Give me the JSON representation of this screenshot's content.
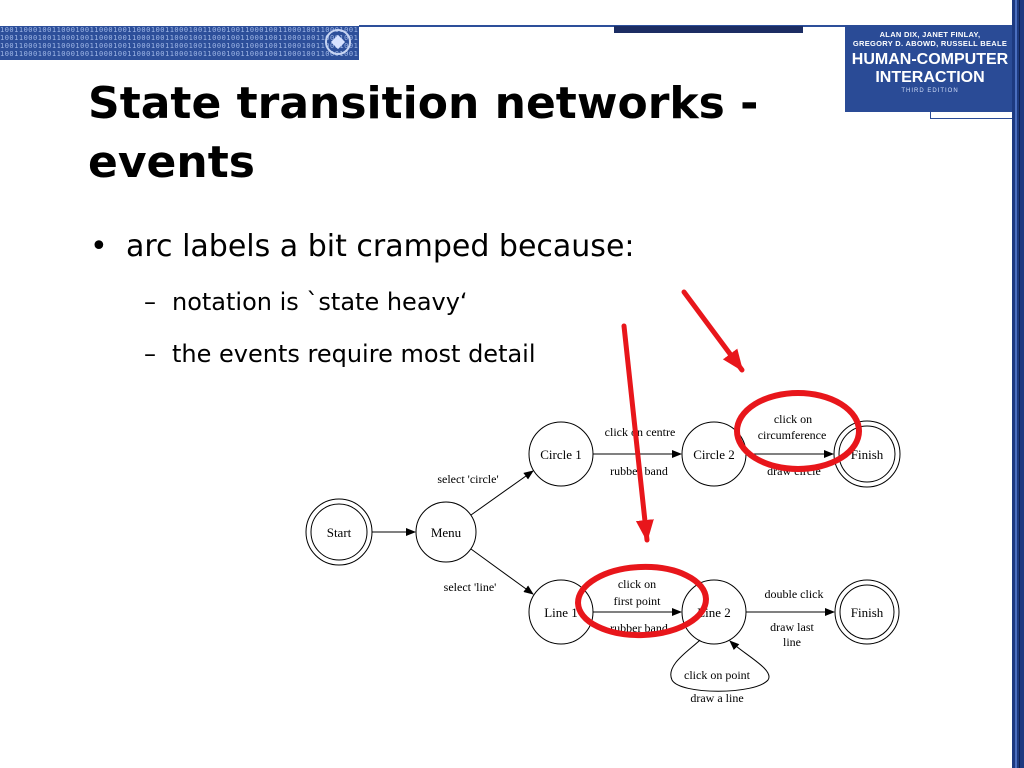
{
  "header": {
    "banner_pattern": "10011000100110001001100010011000100110001001100010011000100110001001100010011000"
  },
  "book": {
    "authors_line1": "ALAN DIX, JANET FINLAY,",
    "authors_line2": "GREGORY D. ABOWD, RUSSELL BEALE",
    "title_line1": "HUMAN-COMPUTER",
    "title_line2": "INTERACTION",
    "edition": "THIRD EDITION"
  },
  "slide": {
    "title_line1": "State transition networks -",
    "title_line2": "events",
    "bullet": "arc labels a bit cramped because:",
    "subpoints": [
      "notation is `state heavy‘",
      "the events require most detail"
    ]
  },
  "diagram": {
    "nodes": {
      "start": "Start",
      "menu": "Menu",
      "circle1": "Circle 1",
      "circle2": "Circle 2",
      "finish_top": "Finish",
      "line1": "Line 1",
      "line2": "Line 2",
      "finish_bottom": "Finish"
    },
    "arcs": {
      "select_circle": "select 'circle'",
      "select_line": "select 'line'",
      "click_centre": "click on centre",
      "rubber_band_top": "rubber band",
      "click_circ_1": "click on",
      "click_circ_2": "circumference",
      "draw_circle": "draw circle",
      "click_first_1": "click on",
      "click_first_2": "first point",
      "rubber_band_bottom": "rubber band",
      "double_click": "double click",
      "draw_last_1": "draw last",
      "draw_last_2": "line",
      "click_point": "click on point",
      "draw_line": "draw a line"
    }
  },
  "annotations": {
    "arrow_color": "#e8161b",
    "highlight_color": "#e8161b"
  }
}
